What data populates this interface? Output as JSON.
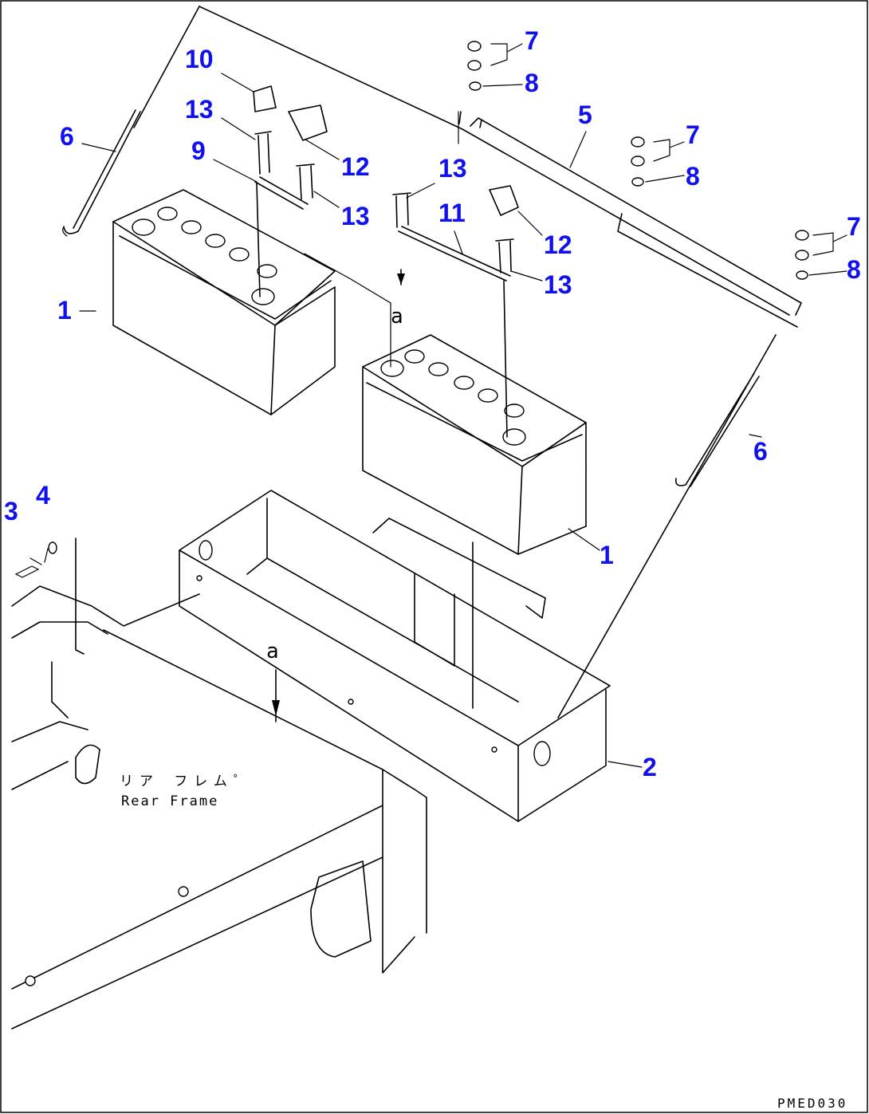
{
  "drawing_code": "PMED030",
  "frame_label": {
    "japanese": "リア フレム゜",
    "english": "Rear Frame"
  },
  "view_markers": [
    "a",
    "a"
  ],
  "callouts": [
    {
      "id": "c1a",
      "text": "1"
    },
    {
      "id": "c1b",
      "text": "1"
    },
    {
      "id": "c2",
      "text": "2"
    },
    {
      "id": "c3",
      "text": "3"
    },
    {
      "id": "c4",
      "text": "4"
    },
    {
      "id": "c5",
      "text": "5"
    },
    {
      "id": "c6a",
      "text": "6"
    },
    {
      "id": "c6b",
      "text": "6"
    },
    {
      "id": "c7a",
      "text": "7"
    },
    {
      "id": "c7b",
      "text": "7"
    },
    {
      "id": "c7c",
      "text": "7"
    },
    {
      "id": "c8a",
      "text": "8"
    },
    {
      "id": "c8b",
      "text": "8"
    },
    {
      "id": "c8c",
      "text": "8"
    },
    {
      "id": "c9",
      "text": "9"
    },
    {
      "id": "c10",
      "text": "10"
    },
    {
      "id": "c11",
      "text": "11"
    },
    {
      "id": "c12a",
      "text": "12"
    },
    {
      "id": "c12b",
      "text": "12"
    },
    {
      "id": "c13a",
      "text": "13"
    },
    {
      "id": "c13b",
      "text": "13"
    },
    {
      "id": "c13c",
      "text": "13"
    },
    {
      "id": "c13d",
      "text": "13"
    }
  ],
  "colors": {
    "callout": "#1111ee",
    "line": "#000000",
    "background": "#ffffff"
  }
}
